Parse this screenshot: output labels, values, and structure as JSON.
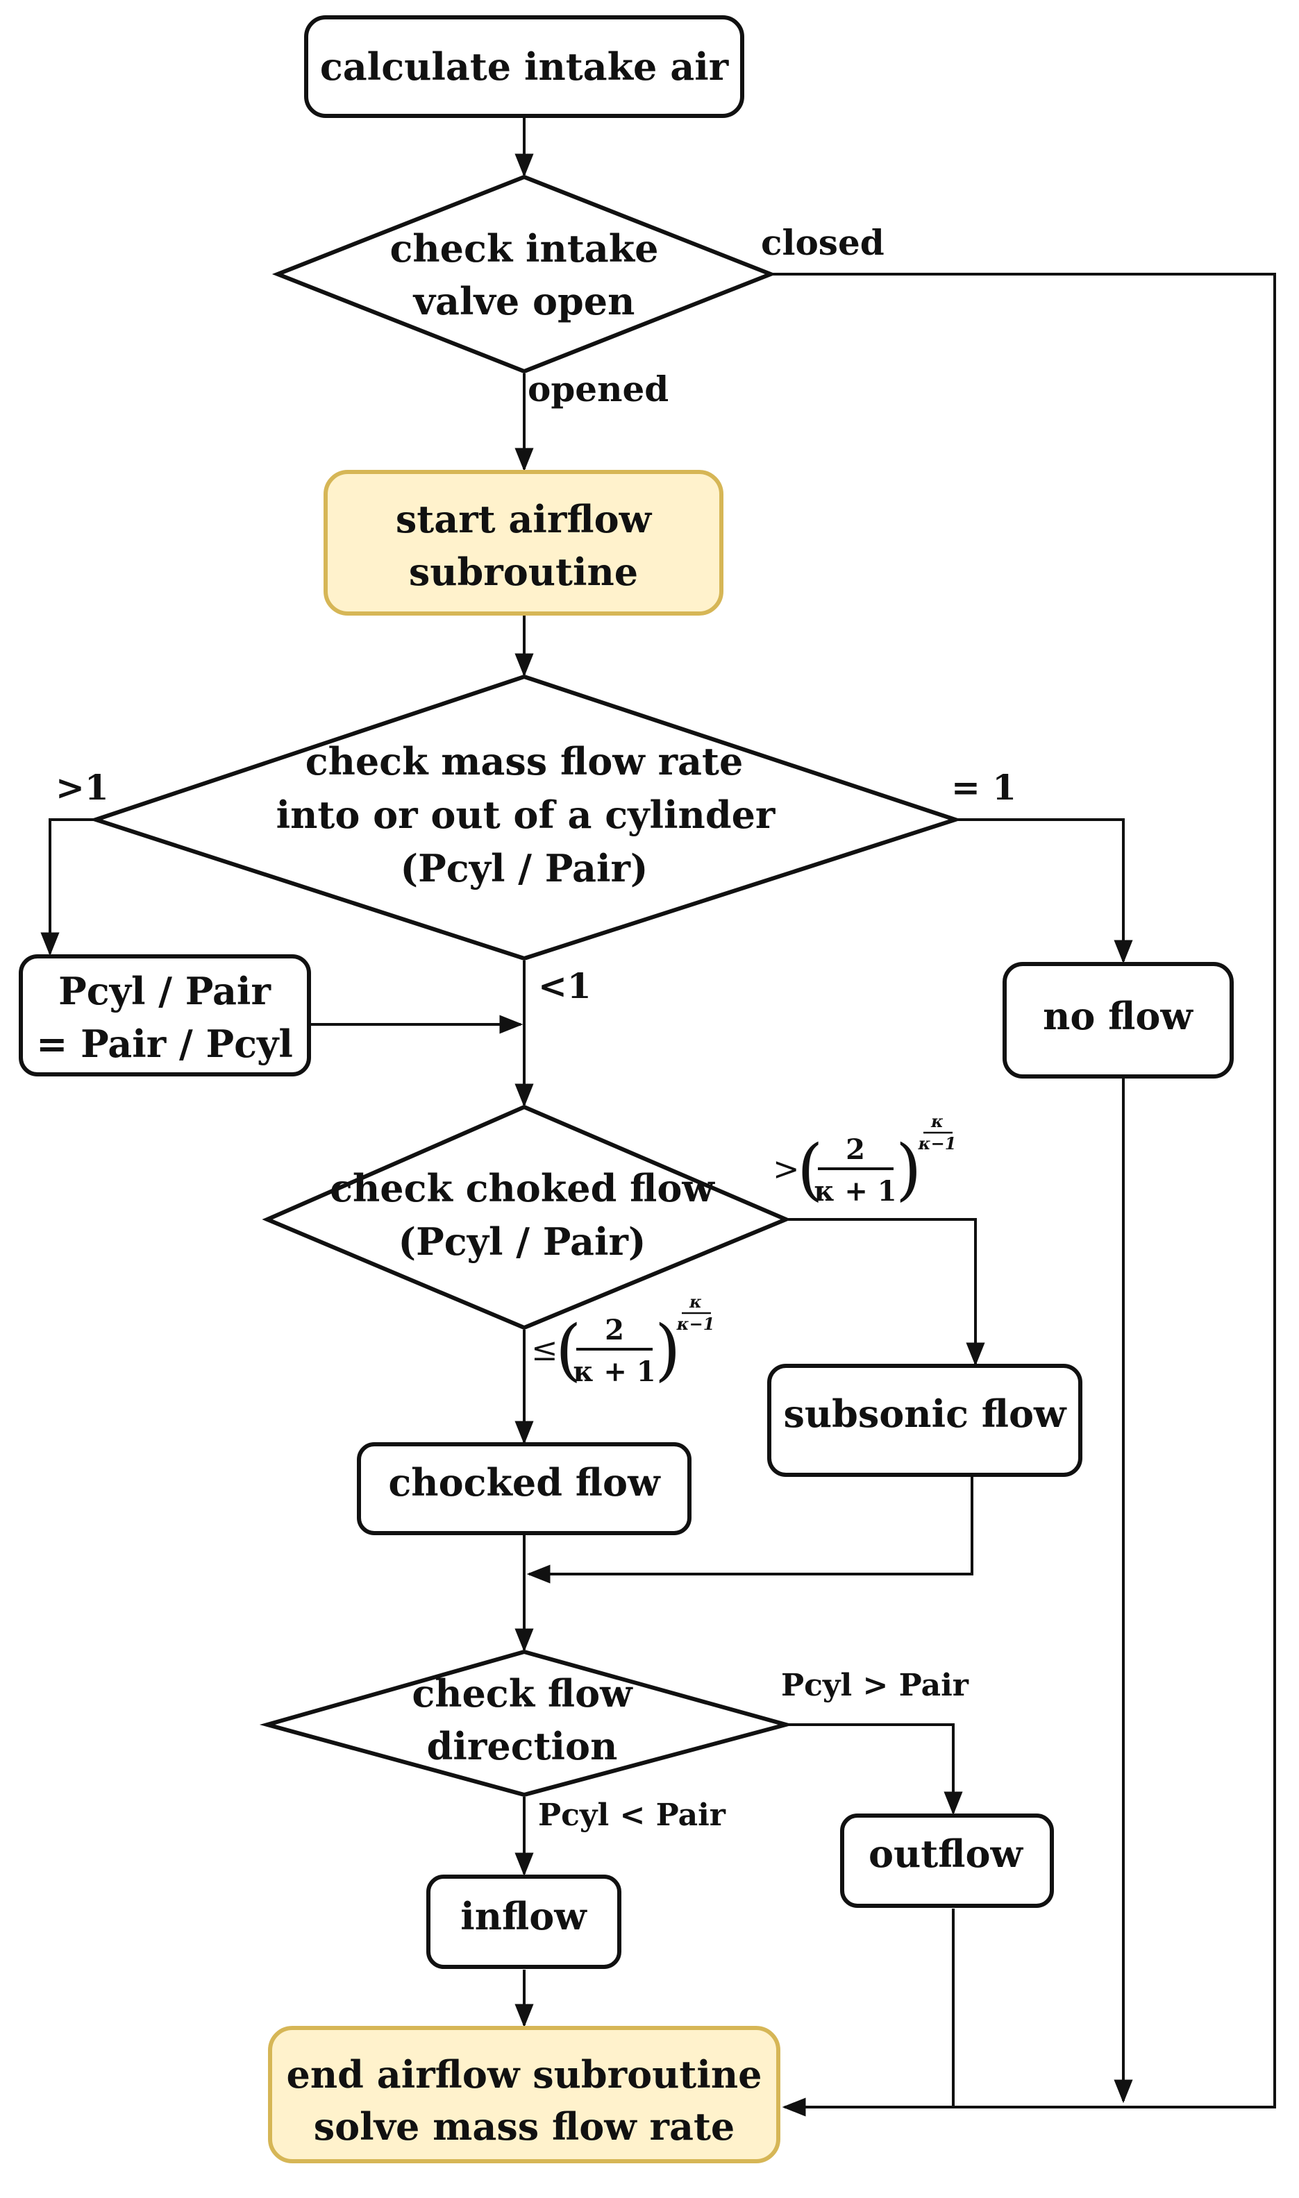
{
  "colors": {
    "line": "#111111",
    "box_fill": "#ffffff",
    "highlight_fill": "#fff2cc",
    "highlight_stroke": "#d6b656"
  },
  "nodes": {
    "calc_intake": "calculate intake air",
    "check_valve": [
      "check intake",
      "valve open"
    ],
    "start_airflow": [
      "start airflow",
      "subroutine"
    ],
    "check_mass_flow": [
      "check mass flow rate",
      "into or out of a cylinder",
      "(Pcyl / Pair)"
    ],
    "swap_ratio": [
      "Pcyl / Pair",
      "= Pair / Pcyl"
    ],
    "no_flow": "no flow",
    "check_choked": [
      "check choked flow",
      "(Pcyl / Pair)"
    ],
    "subsonic": "subsonic flow",
    "choked": "chocked flow",
    "check_direction": [
      "check flow",
      "direction"
    ],
    "outflow": "outflow",
    "inflow": "inflow",
    "end_airflow": [
      "end airflow subroutine",
      "solve mass flow rate"
    ]
  },
  "edges": {
    "closed": "closed",
    "opened": "opened",
    "gt1": ">1",
    "eq1": "= 1",
    "lt1": "<1",
    "pcyl_gt_pair": "Pcyl > Pair",
    "pcyl_lt_pair": "Pcyl < Pair"
  },
  "formula": {
    "gt_sign": ">",
    "le_sign": "≤",
    "numerator": "2",
    "denominator": "κ + 1",
    "exp_numerator": "κ",
    "exp_denominator": "κ−1",
    "left_paren": "(",
    "right_paren": ")"
  }
}
